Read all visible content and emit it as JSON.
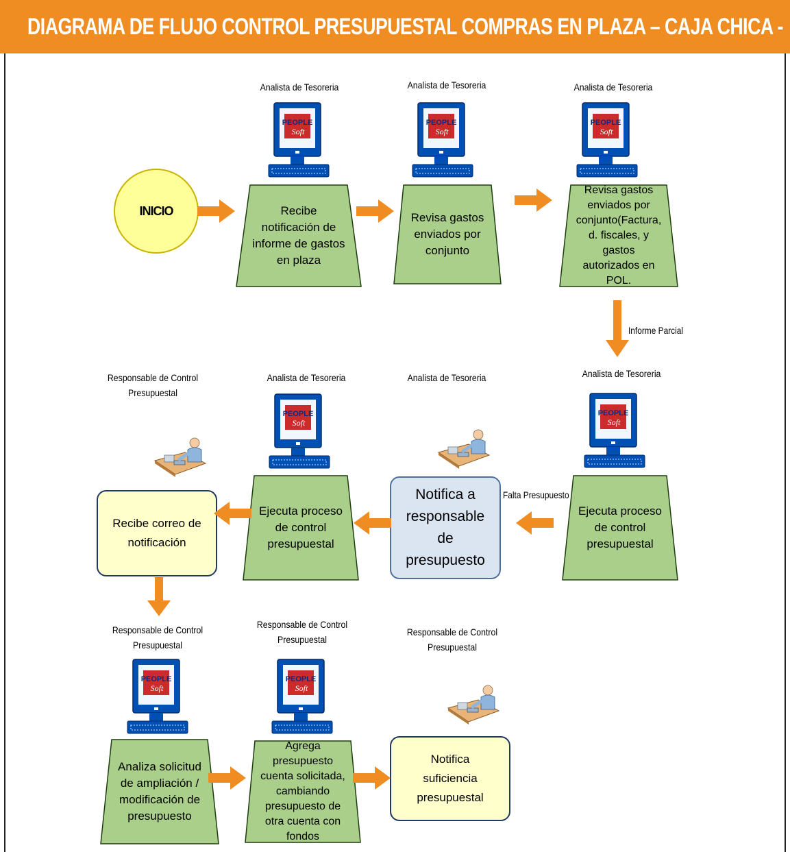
{
  "title": "DIAGRAMA DE FLUJO CONTROL PRESUPUESTAL COMPRAS EN PLAZA – CAJA CHICA -",
  "colors": {
    "banner": "#ef8c22",
    "arrow": "#ef8c22",
    "trap_fill": "#a9cf8a",
    "trap_stroke": "#1f3d10",
    "notify_fill": "#dbe5f1",
    "note_fill": "#ffffcc",
    "start_fill": "#ffff99"
  },
  "start": {
    "label": "INICIO"
  },
  "roles": {
    "r1": "Analista de Tesoreria",
    "r2": "Analista de Tesoreria",
    "r3": "Analista de Tesoreria",
    "r4": "Analista de Tesoreria",
    "r5": "Analista de Tesoreria",
    "r6": "Analista de Tesoreria",
    "r7": "Responsable de Control Presupuestal",
    "r8": "Responsable de Control Presupuestal",
    "r9": "Responsable de Control Presupuestal",
    "r10": "Responsable de Control Presupuestal"
  },
  "steps": {
    "s1": "Recibe notificación de informe de gastos en plaza",
    "s2": "Revisa gastos enviados por conjunto",
    "s3": "Revisa gastos enviados por conjunto(Factura, d. fiscales, y gastos autorizados en POL.",
    "s4": "Ejecuta proceso de control presupuestal",
    "s5": "Notifica a responsable de presupuesto",
    "s6": "Ejecuta proceso de control presupuestal",
    "s7": "Recibe correo de notificación",
    "s8": "Analiza solicitud de ampliación / modificación de presupuesto",
    "s9": "Agrega presupuesto cuenta solicitada, cambiando presupuesto de otra cuenta con fondos",
    "s10": "Notifica suficiencia presupuestal"
  },
  "edge_labels": {
    "informe_parcial": "Informe Parcial",
    "falta_presupuesto": "Falta Presupuesto"
  },
  "icons": {
    "computer_logo": "PEOPLE Soft"
  }
}
